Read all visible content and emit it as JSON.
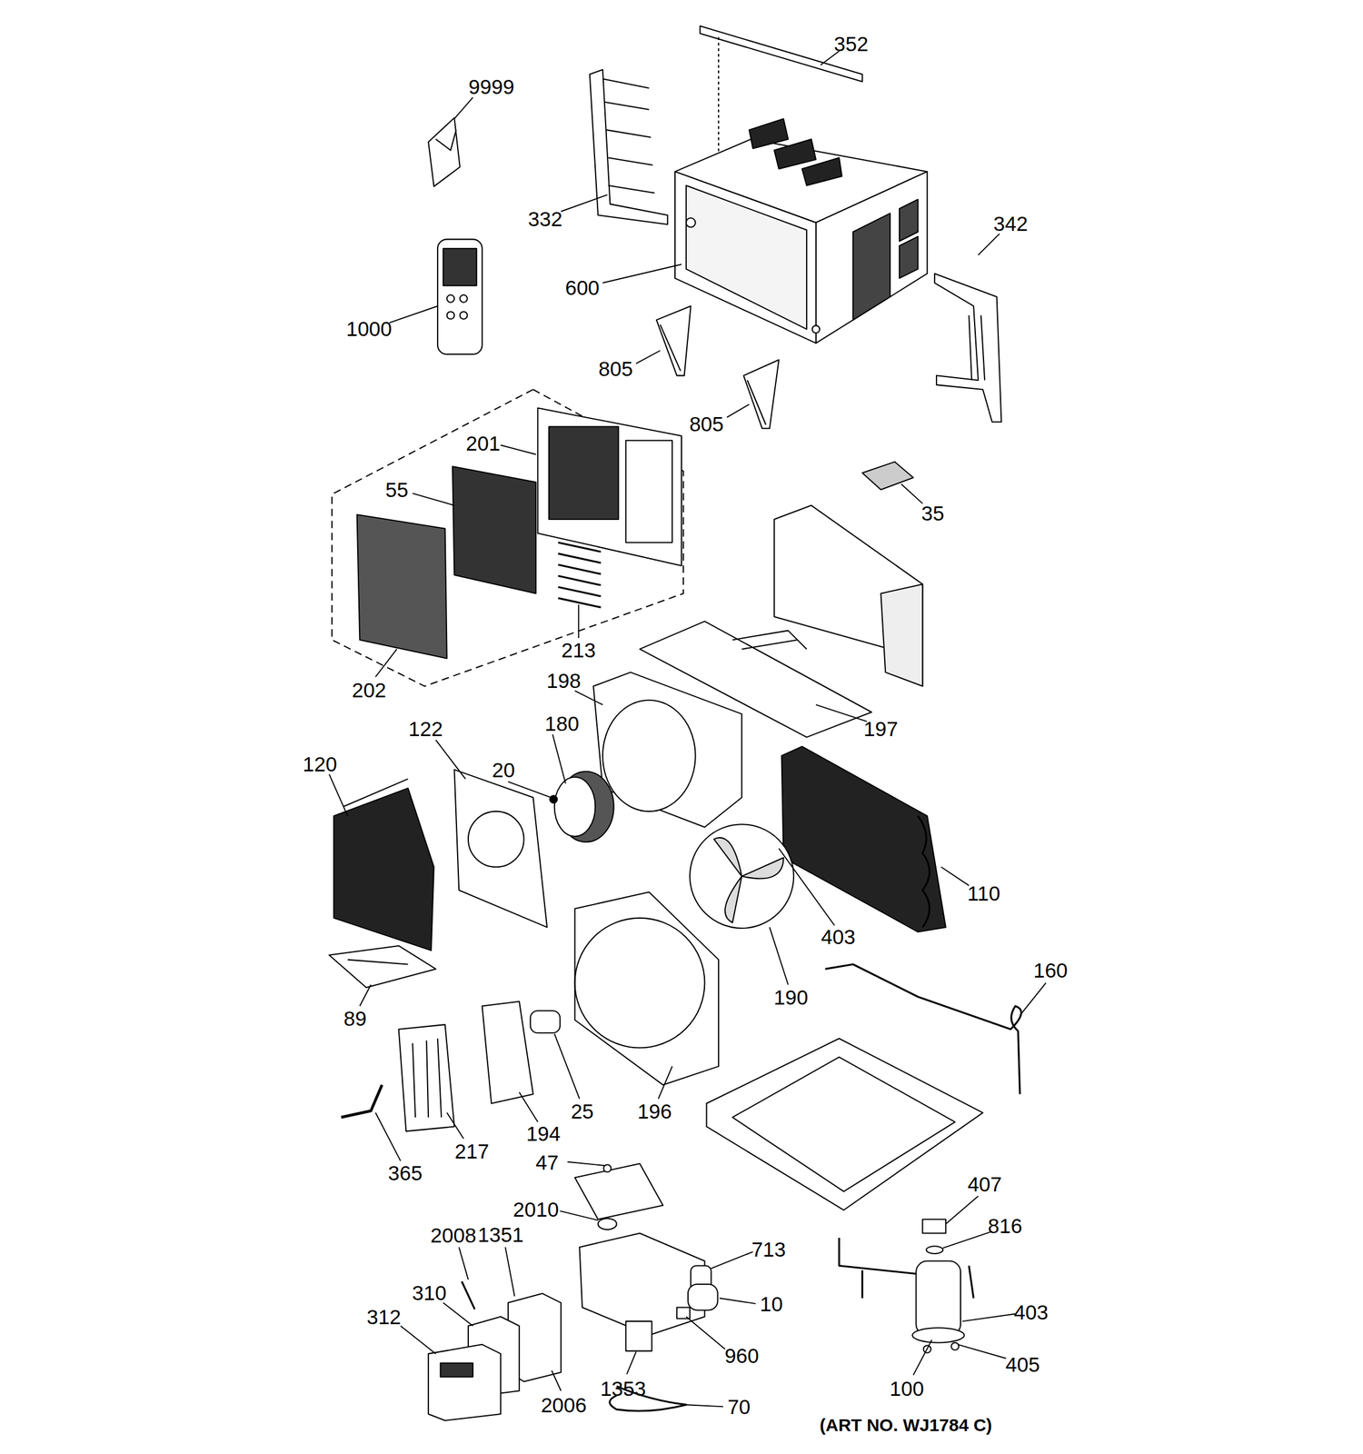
{
  "diagram": {
    "caption": "(ART NO. WJ1784 C)",
    "labels": [
      "9999",
      "352",
      "332",
      "342",
      "600",
      "1000",
      "805",
      "805",
      "201",
      "55",
      "35",
      "213",
      "202",
      "198",
      "197",
      "180",
      "122",
      "20",
      "120",
      "110",
      "403",
      "190",
      "160",
      "89",
      "25",
      "196",
      "194",
      "217",
      "365",
      "47",
      "407",
      "2010",
      "816",
      "2008",
      "1351",
      "713",
      "310",
      "10",
      "403",
      "312",
      "960",
      "405",
      "1353",
      "100",
      "2006",
      "70"
    ]
  }
}
